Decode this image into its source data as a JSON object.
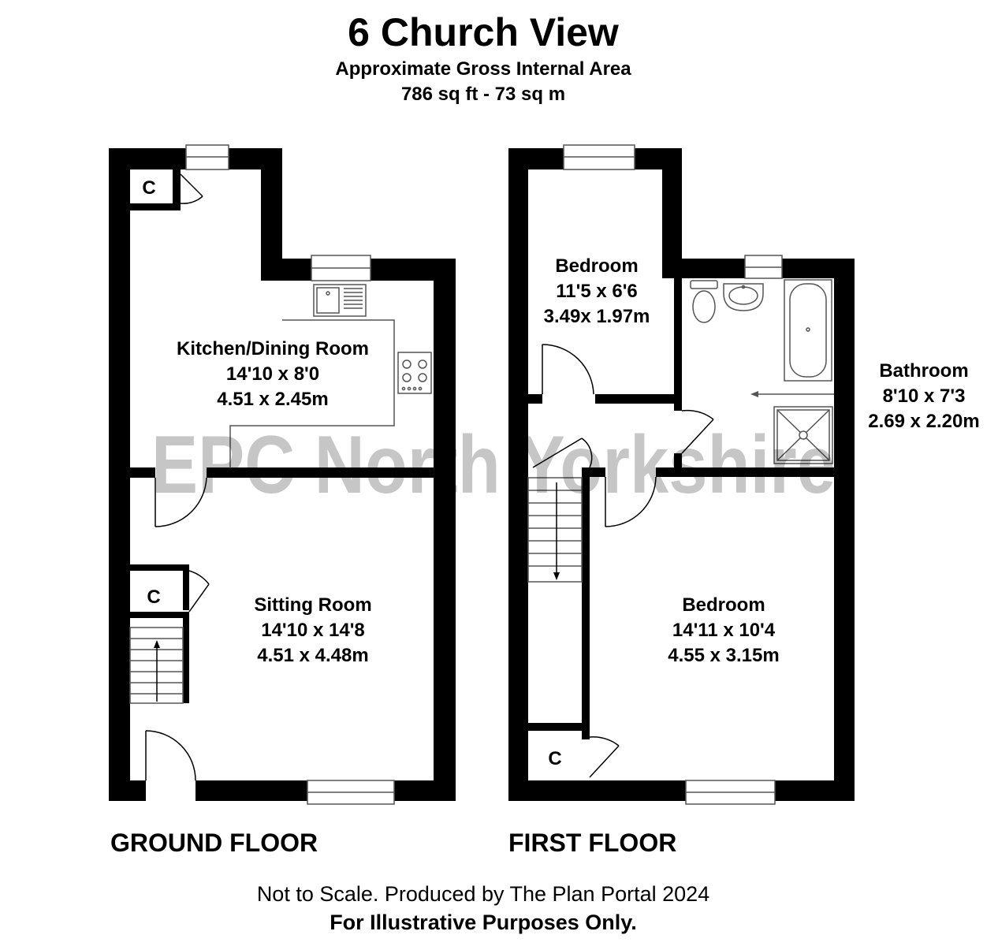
{
  "title": "6 Church View",
  "subtitle_area": "Approximate Gross Internal Area",
  "subtitle_size": "786 sq ft - 73 sq m",
  "watermark": "EPC North Yorkshire",
  "closet_label": "C",
  "ground_floor": {
    "label": "GROUND FLOOR",
    "rooms": [
      {
        "name": "Kitchen/Dining Room",
        "imperial": "14'10 x 8'0",
        "metric": "4.51 x 2.45m"
      },
      {
        "name": "Sitting Room",
        "imperial": "14'10 x 14'8",
        "metric": "4.51 x 4.48m"
      }
    ]
  },
  "first_floor": {
    "label": "FIRST FLOOR",
    "rooms": [
      {
        "name": "Bedroom",
        "imperial": "11'5 x 6'6",
        "metric": "3.49x 1.97m"
      },
      {
        "name": "Bathroom",
        "imperial": "8'10 x 7'3",
        "metric": "2.69 x 2.20m"
      },
      {
        "name": "Bedroom",
        "imperial": "14'11 x 10'4",
        "metric": "4.55 x 3.15m"
      }
    ]
  },
  "footer_line1": "Not to Scale. Produced by The Plan Portal 2024",
  "footer_line2": "For Illustrative Purposes Only.",
  "colors": {
    "wall": "#000000",
    "fixture_line": "#555555",
    "watermark": "#999999"
  }
}
